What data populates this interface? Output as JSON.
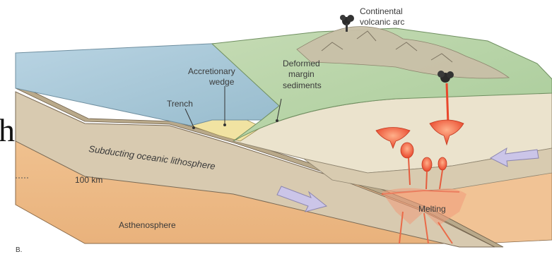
{
  "figure": {
    "panel_letter": "B.",
    "cropped_letter": "h"
  },
  "labels": {
    "continental_volcanic_arc": [
      "Continental",
      "volcanic arc"
    ],
    "accretionary_wedge": [
      "Accretionary",
      "wedge"
    ],
    "deformed_margin_sediments": [
      "Deformed",
      "margin",
      "sediments"
    ],
    "trench": "Trench",
    "subducting_lithosphere": "Subducting oceanic lithosphere",
    "depth_100km": "100 km",
    "melting": "Melting",
    "asthenosphere": "Asthenosphere"
  },
  "colors": {
    "ocean": "#a9c8d8",
    "continent_green": "#b6d3a6",
    "continental_crust": "#e9e2cc",
    "lithosphere": "#d5c7ac",
    "asthenosphere": "#f0c18f",
    "sediment_wedge": "#f2e6a8",
    "magma": "#ef5a3a",
    "arrow": "#c9c3e6"
  }
}
